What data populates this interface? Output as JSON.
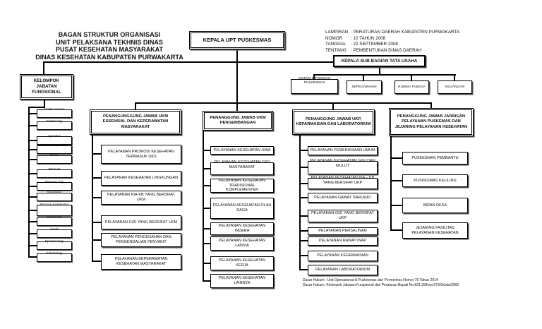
{
  "title": {
    "lines": [
      "BAGAN STRUKTUR ORGANISASI",
      "UNIT PELAKSANA TEKHNIS DINAS",
      "PUSAT KESEHATAN MASYARAKAT",
      "DINAS KESEHATAN KABUPATEN PURWAKARTA"
    ]
  },
  "lampiran": {
    "rows": [
      {
        "label": "LAMPIRAN",
        "value": ": PERATURAN DAERAH KABUPATEN PURWAKARTA"
      },
      {
        "label": "NOMOR",
        "value": ": 10 TAHUN 2008"
      },
      {
        "label": "TANGGAL",
        "value": ": 22 SEPTEMBER 2008"
      },
      {
        "label": "TENTANG",
        "value": ": PEMBENTUKAN DINAS DAERAH"
      }
    ]
  },
  "kepala_upt": "KEPALA UPT PUSKESMAS",
  "tata_usaha": {
    "label": "KEPALA SUB BAGIAN TATA USAHA",
    "units": [
      "SISTEM INFORMASI PUSKESMAS",
      "KEPEGAWAIAN",
      "RUMAH TANGGA",
      "KEUANGAN"
    ]
  },
  "fungsional": {
    "label": "KELOMPOK JABATAN FUNGSIONAL",
    "items": [
      "Dokter Umum",
      "Dokter Gigi",
      "Apoteker",
      "Asisten Apoteker",
      "Bidan",
      "Perawat",
      "Perawat Gigi",
      "Sanitarian",
      "Promosi Kesehatan",
      "Nutrisionis",
      "Analis",
      "Epidemiologi",
      "Entomologi"
    ]
  },
  "columns": [
    {
      "header": "PENANGUNGGUNG JAWAB UKM ESSENSIAL DAN KEPERAWATAN MASYARAKAT",
      "items": [
        "PELAYANAN PROMOSI KESEHATAN TERMASUK UKS",
        "PELAYANAN KESEHATAN LINGKUNGAN",
        "PELAYANAN KIA-KB YANG BERSIFAT UKM",
        "PELAYANAN GIZI YANG BERSIFAT UKM",
        "PELAYANAN PENCEGAHAN DAN PENGENDALIAN PENYAKIT",
        "PELAYANAN KEPERAWATAN KESEHATAN MASYARAKAT"
      ]
    },
    {
      "header": "PENANGGUNG JAWAB UKM PENGEMBANGAN",
      "items": [
        "PELAYANAN KESEHATAN JIWA",
        "PELAYANAN KESEHATAN GIGI MASYARAKAT",
        "PELAYANAN KESEHATAN TRADISIONAL KOMPLEMENTER",
        "PELAYANAN KESEHATAN OLAH RAGA",
        "PELAYANAN KESEHATAN INDERA",
        "PELAYANAN KESEHATAN LANSIA",
        "PELAYANAN KESEHATAN KERJA",
        "PELAYANAN KESEHATAN LAINNYA"
      ]
    },
    {
      "header": "PENANGGUNG JAWAB UKP, KEFARMASIAN DAN LABORATORIUM",
      "items": [
        "PELAYANAN PEMERIKSAAN UMUM",
        "PELAYANAN KESEHATAN GIGI DAN MULUT",
        "PELAYANAN KESEHATAN KIA – KB YANG BERSIFAT UKP",
        "PELAYANAN GAWAT DARURAT",
        "PELAYANAN GIZI YANG BERSIFAT UKP",
        "PELAYANAN PERSALINAN",
        "PELAYANAN RAWAT INAP",
        "PELAYANAN KEFARMASIAN",
        "PELAYANAN LABORATORIUM"
      ]
    },
    {
      "header": "PENANGGUNG JAWAB JARINGAN PELAYANAN PUSKEMAS DAN JEJARING PELAYANAN KESEHATAN",
      "items": [
        "PUSKESMAS PEMBANTU",
        "PUSKESMAS KELILING",
        "BIDAN DESA",
        "JEJARING FASILITAS PELAYANAN KESEHATAN"
      ]
    }
  ],
  "footnotes": [
    "Dasar Hukum : Unit Operasional di Puskesmas dari Permenkes Nomor 75  Tahun  2014",
    "Dasar Hukum: Kelompok Jabatan Fungsional dari Peraturan Bupati No.821.29/Kep.573/Ortala/2005"
  ],
  "colors": {
    "background": "#ffffff",
    "line": "#000000",
    "border": "#000000",
    "shadow": "#4a4a4a"
  }
}
